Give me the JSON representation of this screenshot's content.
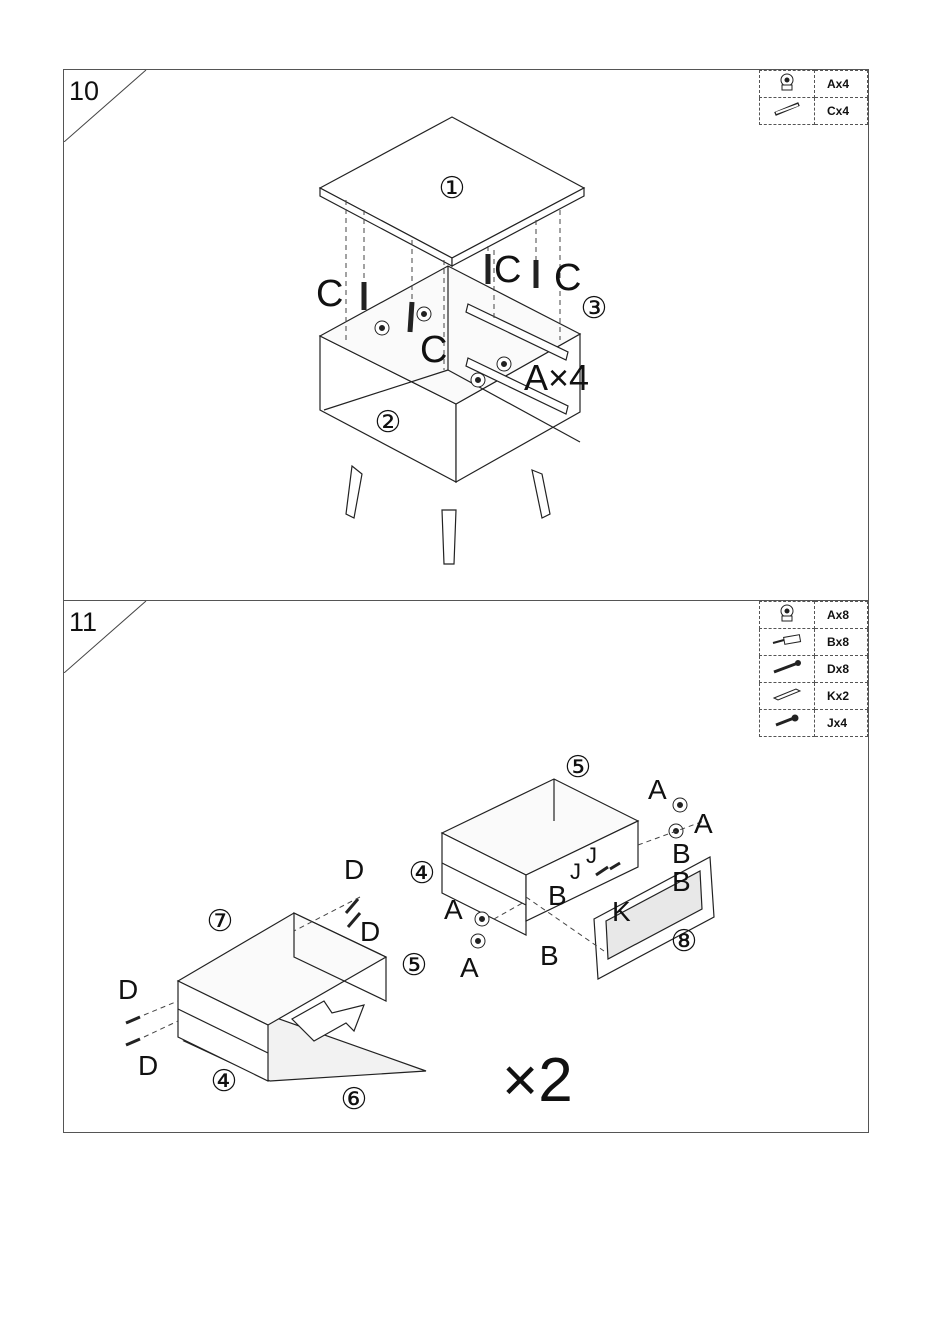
{
  "step10": {
    "number": "10",
    "parts": [
      {
        "icon": "cam-lock-icon",
        "qty": "Ax4"
      },
      {
        "icon": "wooden-dowel-icon",
        "qty": "Cx4"
      }
    ],
    "labels": {
      "top_panel": "①",
      "side_panel": "②",
      "back_panel": "③",
      "dowel_c": "C",
      "cam_count": "A×4"
    }
  },
  "step11": {
    "number": "11",
    "parts": [
      {
        "icon": "cam-lock-icon",
        "qty": "Ax8"
      },
      {
        "icon": "cam-bolt-icon",
        "qty": "Bx8"
      },
      {
        "icon": "screw-icon",
        "qty": "Dx8"
      },
      {
        "icon": "handle-block-icon",
        "qty": "Kx2"
      },
      {
        "icon": "short-screw-icon",
        "qty": "Jx4"
      }
    ],
    "labels": {
      "part4": "④",
      "part5": "⑤",
      "part6": "⑥",
      "part7": "⑦",
      "part8": "⑧",
      "a": "A",
      "b": "B",
      "d": "D",
      "j": "J",
      "k": "K",
      "multiplier": "×2"
    }
  }
}
